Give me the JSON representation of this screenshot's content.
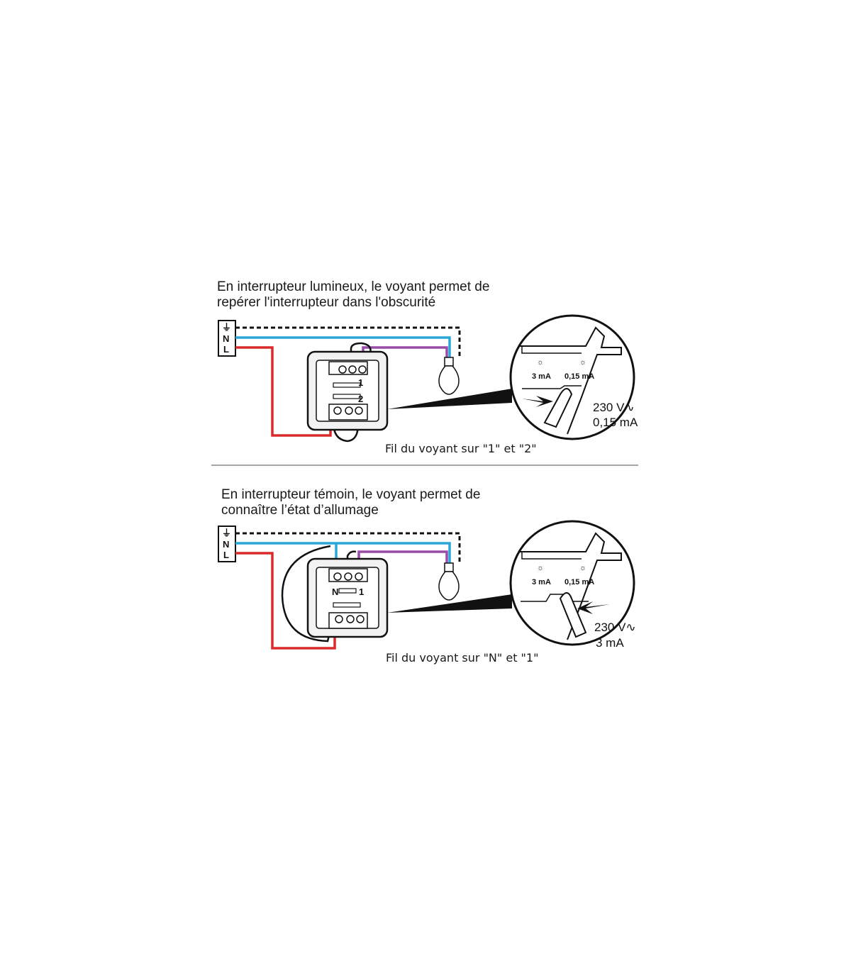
{
  "colors": {
    "neutral": "#2aa7d8",
    "live": "#d92b2b",
    "return": "#9a4aa8",
    "earth": "#111111",
    "link": "#111111"
  },
  "diagram_top": {
    "heading_line1": "En interrupteur lumineux, le voyant permet de",
    "heading_line2": "repérer l'interrupteur dans l'obscurité",
    "terminal_block": {
      "earth_symbol": "⏚",
      "n": "N",
      "l": "L"
    },
    "switch_label_1": "1",
    "switch_label_2": "2",
    "zoom_3ma": "3 mA",
    "zoom_015ma": "0,15 mA",
    "voltage": "230 V∿",
    "current": "0,15 mA",
    "caption": "Fil du voyant sur \"1\" et \"2\""
  },
  "diagram_bottom": {
    "heading_line1": "En interrupteur témoin, le voyant permet de",
    "heading_line2": "connaître l’état d’allumage",
    "terminal_block": {
      "earth_symbol": "⏚",
      "n": "N",
      "l": "L"
    },
    "switch_label_n": "N",
    "switch_label_1": "1",
    "zoom_3ma": "3 mA",
    "zoom_015ma": "0,15 mA",
    "voltage": "230 V∿",
    "current": "3 mA",
    "caption": "Fil du voyant sur \"N\" et \"1\""
  }
}
